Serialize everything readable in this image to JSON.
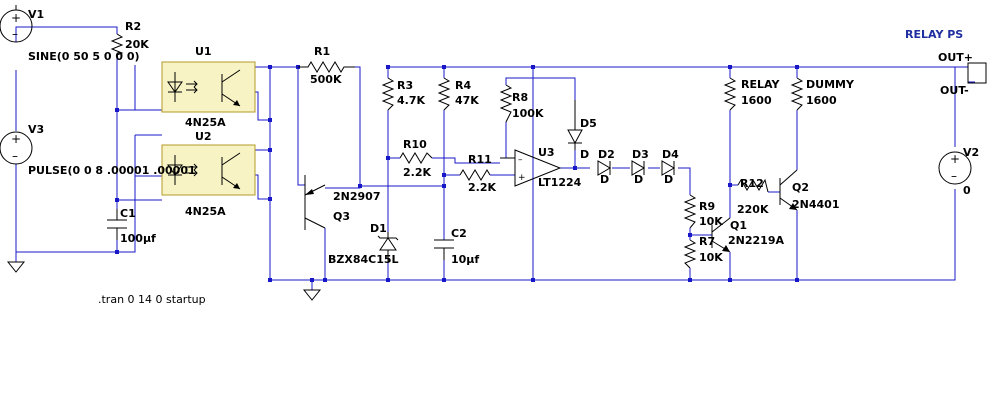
{
  "labels": {
    "v1": "V1",
    "r2": "R2",
    "r2_val": "20K",
    "v1_val": "SINE(0 50 5 0 0 0)",
    "v3": "V3",
    "v3_val": "PULSE(0 0 8 .00001 .00001",
    "c1": "C1",
    "c1_val": "100µf",
    "u1": "U1",
    "u1_part": "4N25A",
    "u2": "U2",
    "u2_part": "4N25A",
    "r1": "R1",
    "r1_val": "500K",
    "q3_part": "2N2907",
    "q3": "Q3",
    "d1": "D1",
    "d1_part": "BZX84C15L",
    "r3": "R3",
    "r3_val": "4.7K",
    "r4": "R4",
    "r4_val": "47K",
    "r10": "R10",
    "r10_val": "2.2K",
    "r11": "R11",
    "r11_val": "2.2K",
    "c2": "C2",
    "c2_val": "10µf",
    "r8": "R8",
    "r8_val": "100K",
    "u3": "U3",
    "u3_part": "LT1224",
    "d5": "D5",
    "d5_val": "D",
    "d2": "D2",
    "d2_val": "D",
    "d3": "D3",
    "d3_val": "D",
    "d4": "D4",
    "d4_val": "D",
    "r9": "R9",
    "r9_val": "10K",
    "r7": "R7",
    "r7_val": "10K",
    "q1": "Q1",
    "q1_part": "2N2219A",
    "relay": "RELAY",
    "relay_val": "1600",
    "dummy": "DUMMY",
    "dummy_val": "1600",
    "r12": "R12",
    "r12_val": "220K",
    "q2": "Q2",
    "q2_part": "2N4401",
    "relay_ps": "RELAY PS",
    "out_plus": "OUT+",
    "out_minus": "OUT-",
    "v2": "V2",
    "v2_val": "0",
    "tran": ".tran 0 14 0 startup"
  },
  "colors": {
    "wire": "#1818c8",
    "component": "#000000",
    "optocoupler_fill": "#f7f3c4",
    "title_accent": "#1f2ea0"
  }
}
